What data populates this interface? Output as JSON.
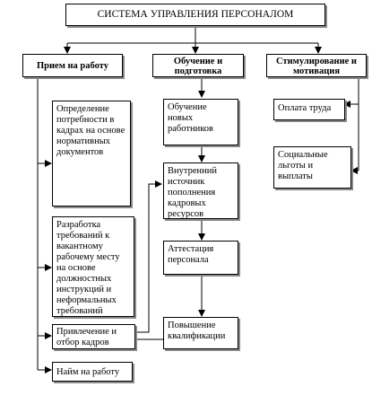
{
  "title": "СИСТЕМА УПРАВЛЕНИЯ ПЕРСОНАЛОМ",
  "columns": [
    {
      "heading": "Прием на работу",
      "items": [
        "Определение потребности в кадрах на основе нормативных документов",
        "Разработка требований к вакантному рабочему месту на основе должностных инструкций и неформальных требований",
        "Привлечение и отбор кадров",
        "Найм на работу"
      ]
    },
    {
      "heading": "Обучение и подготовка",
      "items": [
        "Обучение новых работников",
        "Внутренний источник пополнения кадровых ресурсов",
        "Аттестация персонала",
        "Повышение квалификации"
      ]
    },
    {
      "heading": "Стимулирование и мотивация",
      "items": [
        "Оплата труда",
        "Социальные льготы и выплаты"
      ]
    }
  ]
}
